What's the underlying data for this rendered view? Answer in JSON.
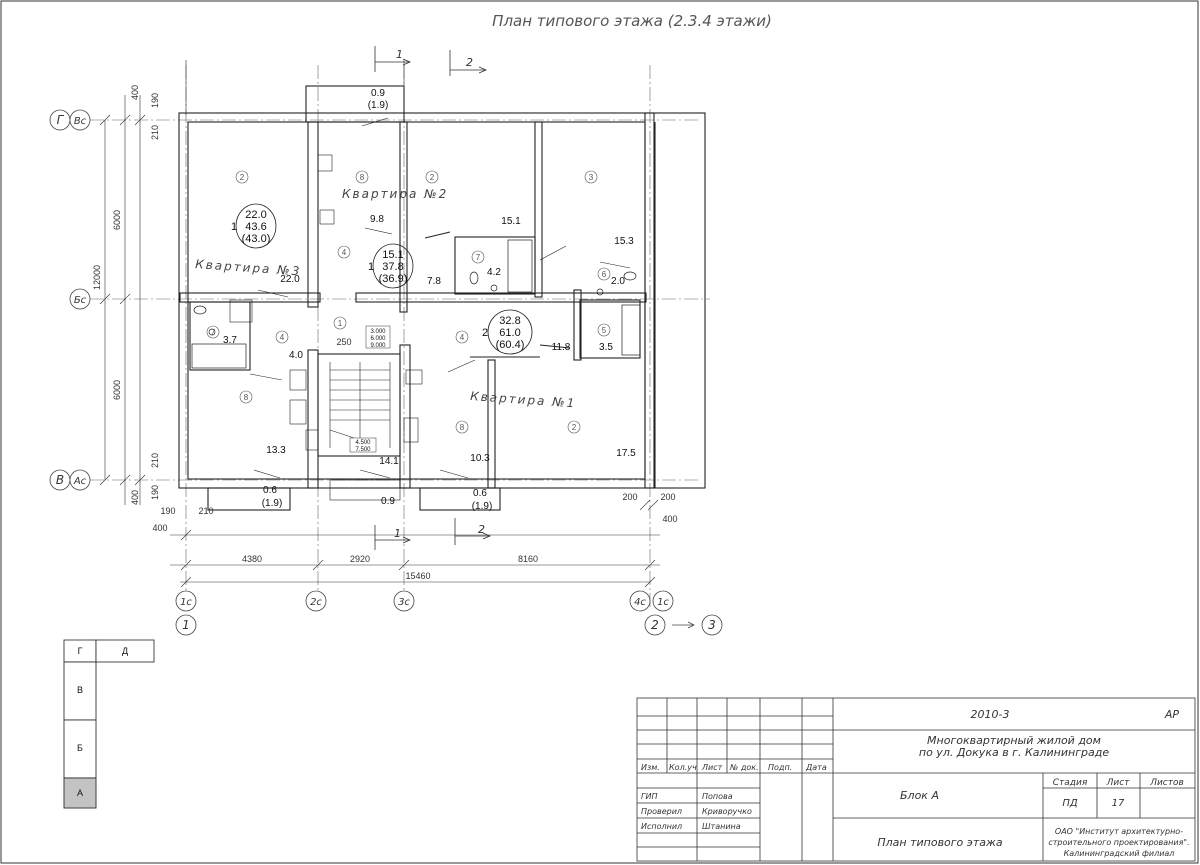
{
  "sheet": {
    "title": "План типового этажа (2.3.4 этажи)",
    "section_cuts": [
      "1",
      "2"
    ]
  },
  "axes": {
    "top_marks": [
      "Г",
      "Вс"
    ],
    "mid_mark": "Бс",
    "bottom_marks": [
      "В",
      "Ас"
    ],
    "bottom_row_c": [
      "1с",
      "2с",
      "3с",
      "4с",
      "1с"
    ],
    "bottom_row_main": [
      "1",
      "2",
      "3"
    ]
  },
  "dimensions": {
    "vertical": [
      "400",
      "190",
      "210",
      "6000",
      "12000",
      "6000",
      "210",
      "190",
      "400"
    ],
    "horizontal": [
      "190",
      "210",
      "400",
      "4380",
      "2920",
      "8160",
      "15460",
      "250",
      "200",
      "200",
      "400"
    ]
  },
  "apartments": {
    "apt1": {
      "name": "Квартира №1",
      "rooms": "2",
      "area_living": "32.8",
      "area_total": "61.0",
      "area_useful": "(60.4)"
    },
    "apt2": {
      "name": "Квартира №2",
      "rooms": "1",
      "area_living": "15.1",
      "area_total": "37.8",
      "area_useful": "(36.9)"
    },
    "apt3": {
      "name": "Квартира №3",
      "rooms": "1",
      "area_living": "22.0",
      "area_total": "43.6",
      "area_useful": "(43.0)"
    }
  },
  "room_areas": {
    "balcony_top": "0.9",
    "balcony_top_p": "(1.9)",
    "r98": "9.8",
    "r151": "15.1",
    "r153": "15.3",
    "r220": "22.0",
    "r78": "7.8",
    "r42": "4.2",
    "r20": "2.0",
    "r37": "3.7",
    "r40": "4.0",
    "r118": "11.8",
    "r35": "3.5",
    "r133": "13.3",
    "r141": "14.1",
    "r103": "10.3",
    "r175": "17.5",
    "bal_l": "0.6",
    "bal_l_p": "(1.9)",
    "bal_c": "0.9",
    "bal_r": "0.6",
    "bal_r_p": "(1.9)"
  },
  "room_codes": [
    "1",
    "2",
    "3",
    "4",
    "5",
    "6",
    "7",
    "8"
  ],
  "stair": {
    "heights_top": [
      "3.000",
      "6.000",
      "9.000"
    ],
    "heights_bottom": [
      "4.500",
      "7.500"
    ]
  },
  "key_plan": {
    "blocks": [
      "Г",
      "Д",
      "В",
      "Б",
      "А"
    ]
  },
  "title_block": {
    "project_code": "2010-3",
    "sheet_type": "АР",
    "project_name_1": "Многоквартирный жилой дом",
    "project_name_2": "по ул. Докука в г. Калининграде",
    "col_heads": [
      "Изм.",
      "Кол.уч",
      "Лист",
      "№ док.",
      "Подп.",
      "Дата"
    ],
    "roles": [
      "ГИП",
      "Проверил",
      "Исполнил"
    ],
    "names": [
      "Попова",
      "Криворучко",
      "Штанина"
    ],
    "block": "Блок А",
    "stage_head": "Стадия",
    "sheet_head": "Лист",
    "sheets_head": "Листов",
    "stage": "ПД",
    "sheet_no": "17",
    "drawing_name": "План типового этажа",
    "org_1": "ОАО \"Институт архитектурно-",
    "org_2": "строительного проектирования\".",
    "org_3": "Калининградский филиал"
  },
  "colors": {
    "line": "#222222",
    "wall_fill": "#ffffff",
    "axis": "#555555"
  }
}
